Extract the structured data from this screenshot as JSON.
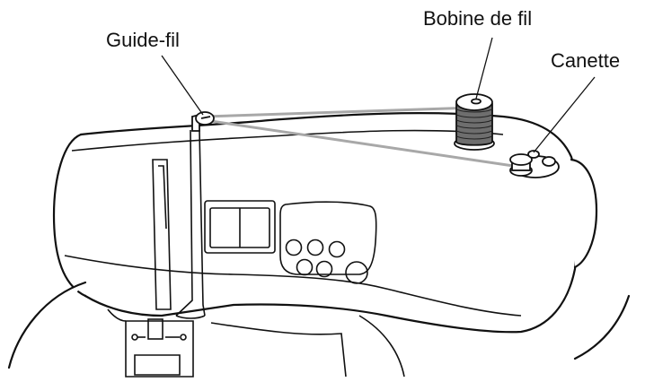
{
  "labels": {
    "thread_guide": "Guide-fil",
    "spool": "Bobine de fil",
    "bobbin": "Canette"
  },
  "colors": {
    "outline": "#111111",
    "thread": "#a8a8a8",
    "spool_thread": "#6e6e6e",
    "background": "#ffffff"
  }
}
